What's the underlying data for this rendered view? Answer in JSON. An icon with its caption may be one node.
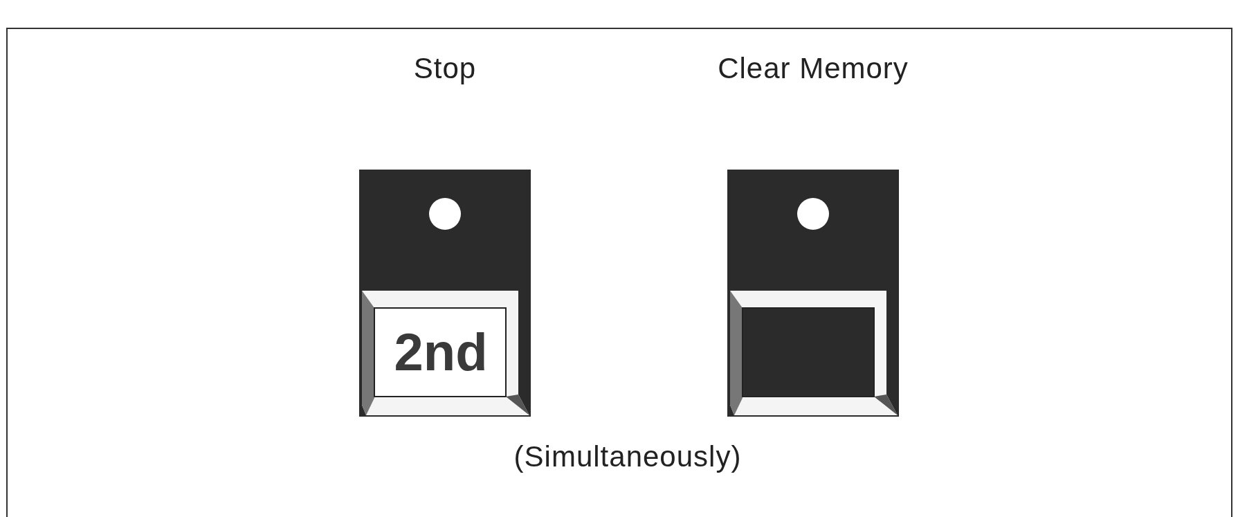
{
  "diagram": {
    "nodes": [
      {
        "text": [
          "Stop",
          "2nd"
        ]
      },
      {
        "text": [
          "Clear Memory"
        ]
      }
    ],
    "labels": [
      "(Simultaneously)"
    ]
  }
}
